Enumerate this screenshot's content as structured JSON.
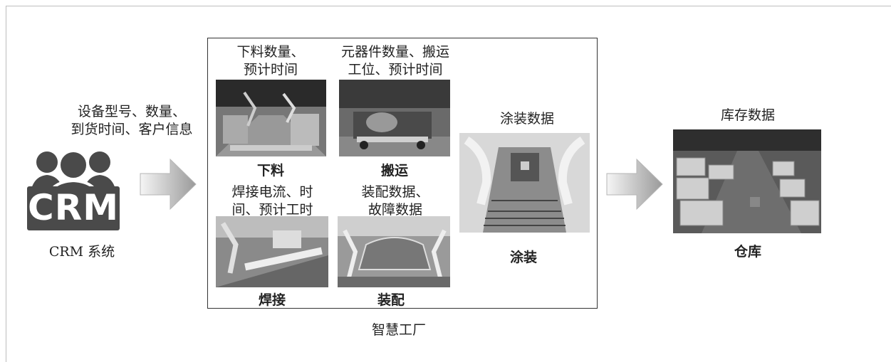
{
  "crm": {
    "info": "设备型号、数量、到货时间、客户信息",
    "info_line1": "设备型号、数量、",
    "info_line2": "到货时间、客户信息",
    "logo_text": "CRM",
    "label": "CRM 系统"
  },
  "factory": {
    "label": "智慧工厂",
    "stations": [
      {
        "data_line1": "下料数量、",
        "data_line2": "预计时间",
        "name": "下料"
      },
      {
        "data_line1": "元器件数量、搬运",
        "data_line2": "工位、预计时间",
        "name": "搬运"
      },
      {
        "data_line1": "焊接电流、时",
        "data_line2": "间、预计工时",
        "name": "焊接"
      },
      {
        "data_line1": "装配数据、",
        "data_line2": "故障数据",
        "name": "装配"
      },
      {
        "data_line1": "涂装数据",
        "data_line2": "",
        "name": "涂装"
      }
    ]
  },
  "warehouse": {
    "data": "库存数据",
    "name": "仓库"
  },
  "icons": {
    "crm_icon": "user-group-icon",
    "arrow": "right-arrow-icon"
  },
  "colors": {
    "arrow_light": "#f2f2f2",
    "arrow_dark": "#9a9a9a",
    "crm_dark": "#4a4a4a"
  }
}
